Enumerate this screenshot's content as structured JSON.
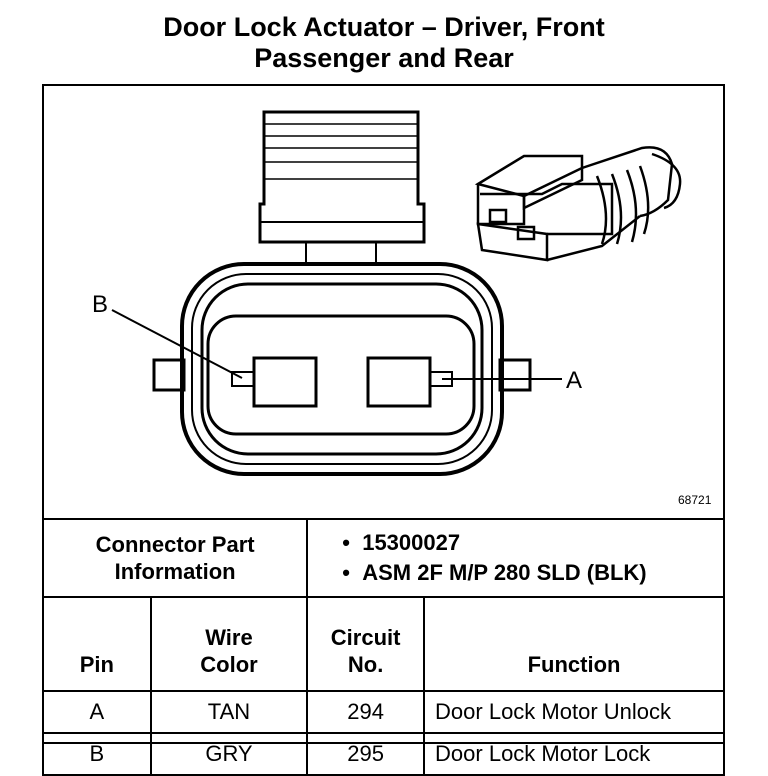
{
  "title": {
    "line1": "Door Lock Actuator – Driver, Front",
    "line2": "Passenger and Rear"
  },
  "diagram": {
    "label_b": "B",
    "label_a": "A",
    "figure_code": "68721"
  },
  "connector_info": {
    "label_line1": "Connector Part",
    "label_line2": "Information",
    "bullets": [
      "15300027",
      "ASM 2F M/P 280 SLD (BLK)"
    ]
  },
  "table": {
    "headers": {
      "pin": "Pin",
      "wire_color_1": "Wire",
      "wire_color_2": "Color",
      "circuit_1": "Circuit",
      "circuit_2": "No.",
      "function": "Function"
    },
    "rows": [
      {
        "pin": "A",
        "color": "TAN",
        "circuit": "294",
        "function": "Door Lock Motor Unlock"
      },
      {
        "pin": "B",
        "color": "GRY",
        "circuit": "295",
        "function": "Door Lock Motor Lock"
      }
    ]
  }
}
